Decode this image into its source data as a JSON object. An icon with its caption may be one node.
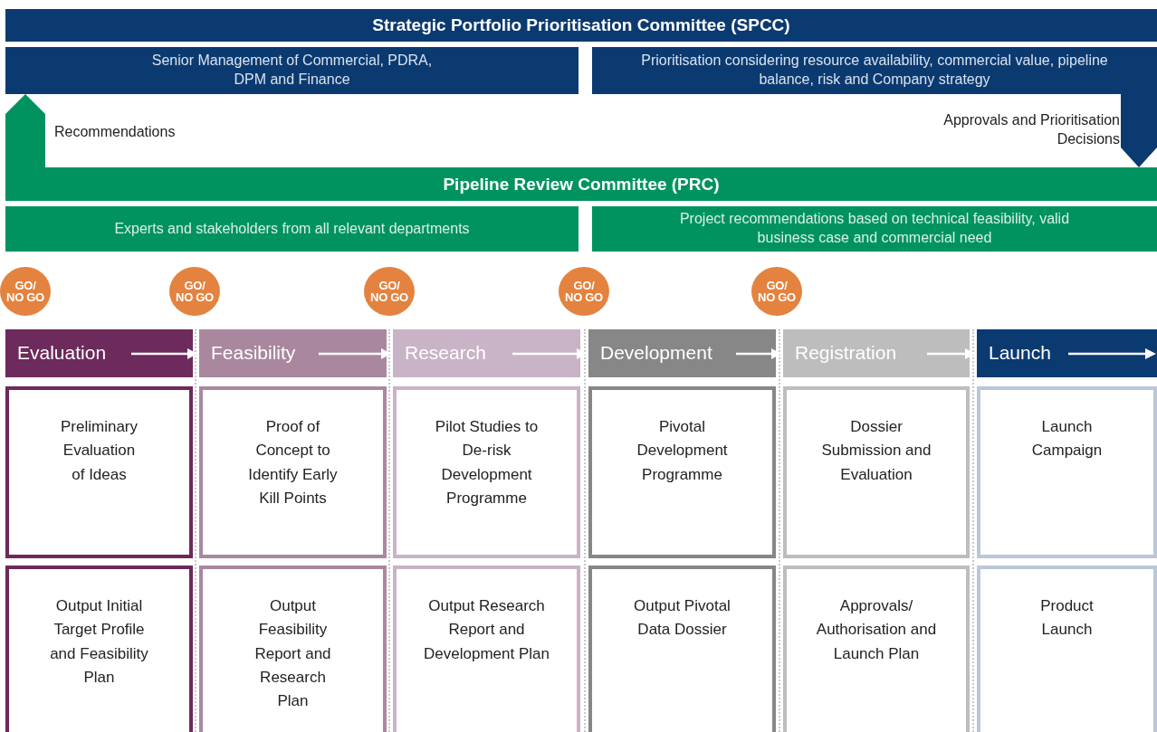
{
  "diagram": {
    "nodes": [
      {
        "text": [
          "Strategic Portfolio Prioritisation Committee (SPCC)"
        ]
      },
      {
        "text": [
          "Senior Management of Commercial, PDRA, DPM and Finance"
        ]
      },
      {
        "text": [
          "Prioritisation considering resource availability, commercial value, pipeline balance, risk and Company strategy"
        ]
      },
      {
        "text": [
          "Pipeline Review Committee (PRC)"
        ]
      },
      {
        "text": [
          "Experts and stakeholders from all relevant departments"
        ]
      },
      {
        "text": [
          "Project recommendations based on technical feasibility, valid business case and commercial need"
        ]
      },
      {
        "text": [
          "GO/ NO GO"
        ]
      },
      {
        "text": [
          "GO/ NO GO"
        ]
      },
      {
        "text": [
          "GO/ NO GO"
        ]
      },
      {
        "text": [
          "GO/ NO GO"
        ]
      },
      {
        "text": [
          "GO/ NO GO"
        ]
      },
      {
        "text": [
          "Evaluation"
        ]
      },
      {
        "text": [
          "Preliminary Evaluation of Ideas"
        ]
      },
      {
        "text": [
          "Output Initial Target Profile and Feasibility Plan"
        ]
      },
      {
        "text": [
          "Feasibility"
        ]
      },
      {
        "text": [
          "Proof of Concept to Identify Early Kill Points"
        ]
      },
      {
        "text": [
          "Output Feasibility Report and Research Plan"
        ]
      },
      {
        "text": [
          "Research"
        ]
      },
      {
        "text": [
          "Pilot Studies to De-risk Development Programme"
        ]
      },
      {
        "text": [
          "Output Research Report and Development Plan"
        ]
      },
      {
        "text": [
          "Development"
        ]
      },
      {
        "text": [
          "Pivotal Development Programme"
        ]
      },
      {
        "text": [
          "Output Pivotal Data Dossier"
        ]
      },
      {
        "text": [
          "Registration"
        ]
      },
      {
        "text": [
          "Dossier Submission and Evaluation"
        ]
      },
      {
        "text": [
          "Approvals/ Authorisation and Launch Plan"
        ]
      },
      {
        "text": [
          "Launch"
        ]
      },
      {
        "text": [
          "Launch Campaign"
        ]
      },
      {
        "text": [
          "Product Launch"
        ]
      }
    ],
    "edges": [
      {
        "from": 3,
        "to": 1,
        "arrow": "to",
        "label": "Recommendations",
        "style": "thick",
        "color": "#00935f"
      },
      {
        "from": 2,
        "to": 3,
        "arrow": "to",
        "label": "Approvals and Prioritisation Decisions",
        "style": "thick",
        "color": "#0b3a70"
      },
      {
        "from": 11,
        "to": 14,
        "arrow": "to"
      },
      {
        "from": 14,
        "to": 17,
        "arrow": "to"
      },
      {
        "from": 17,
        "to": 20,
        "arrow": "to"
      },
      {
        "from": 20,
        "to": 23,
        "arrow": "to"
      },
      {
        "from": 23,
        "to": 26,
        "arrow": "to"
      }
    ]
  }
}
